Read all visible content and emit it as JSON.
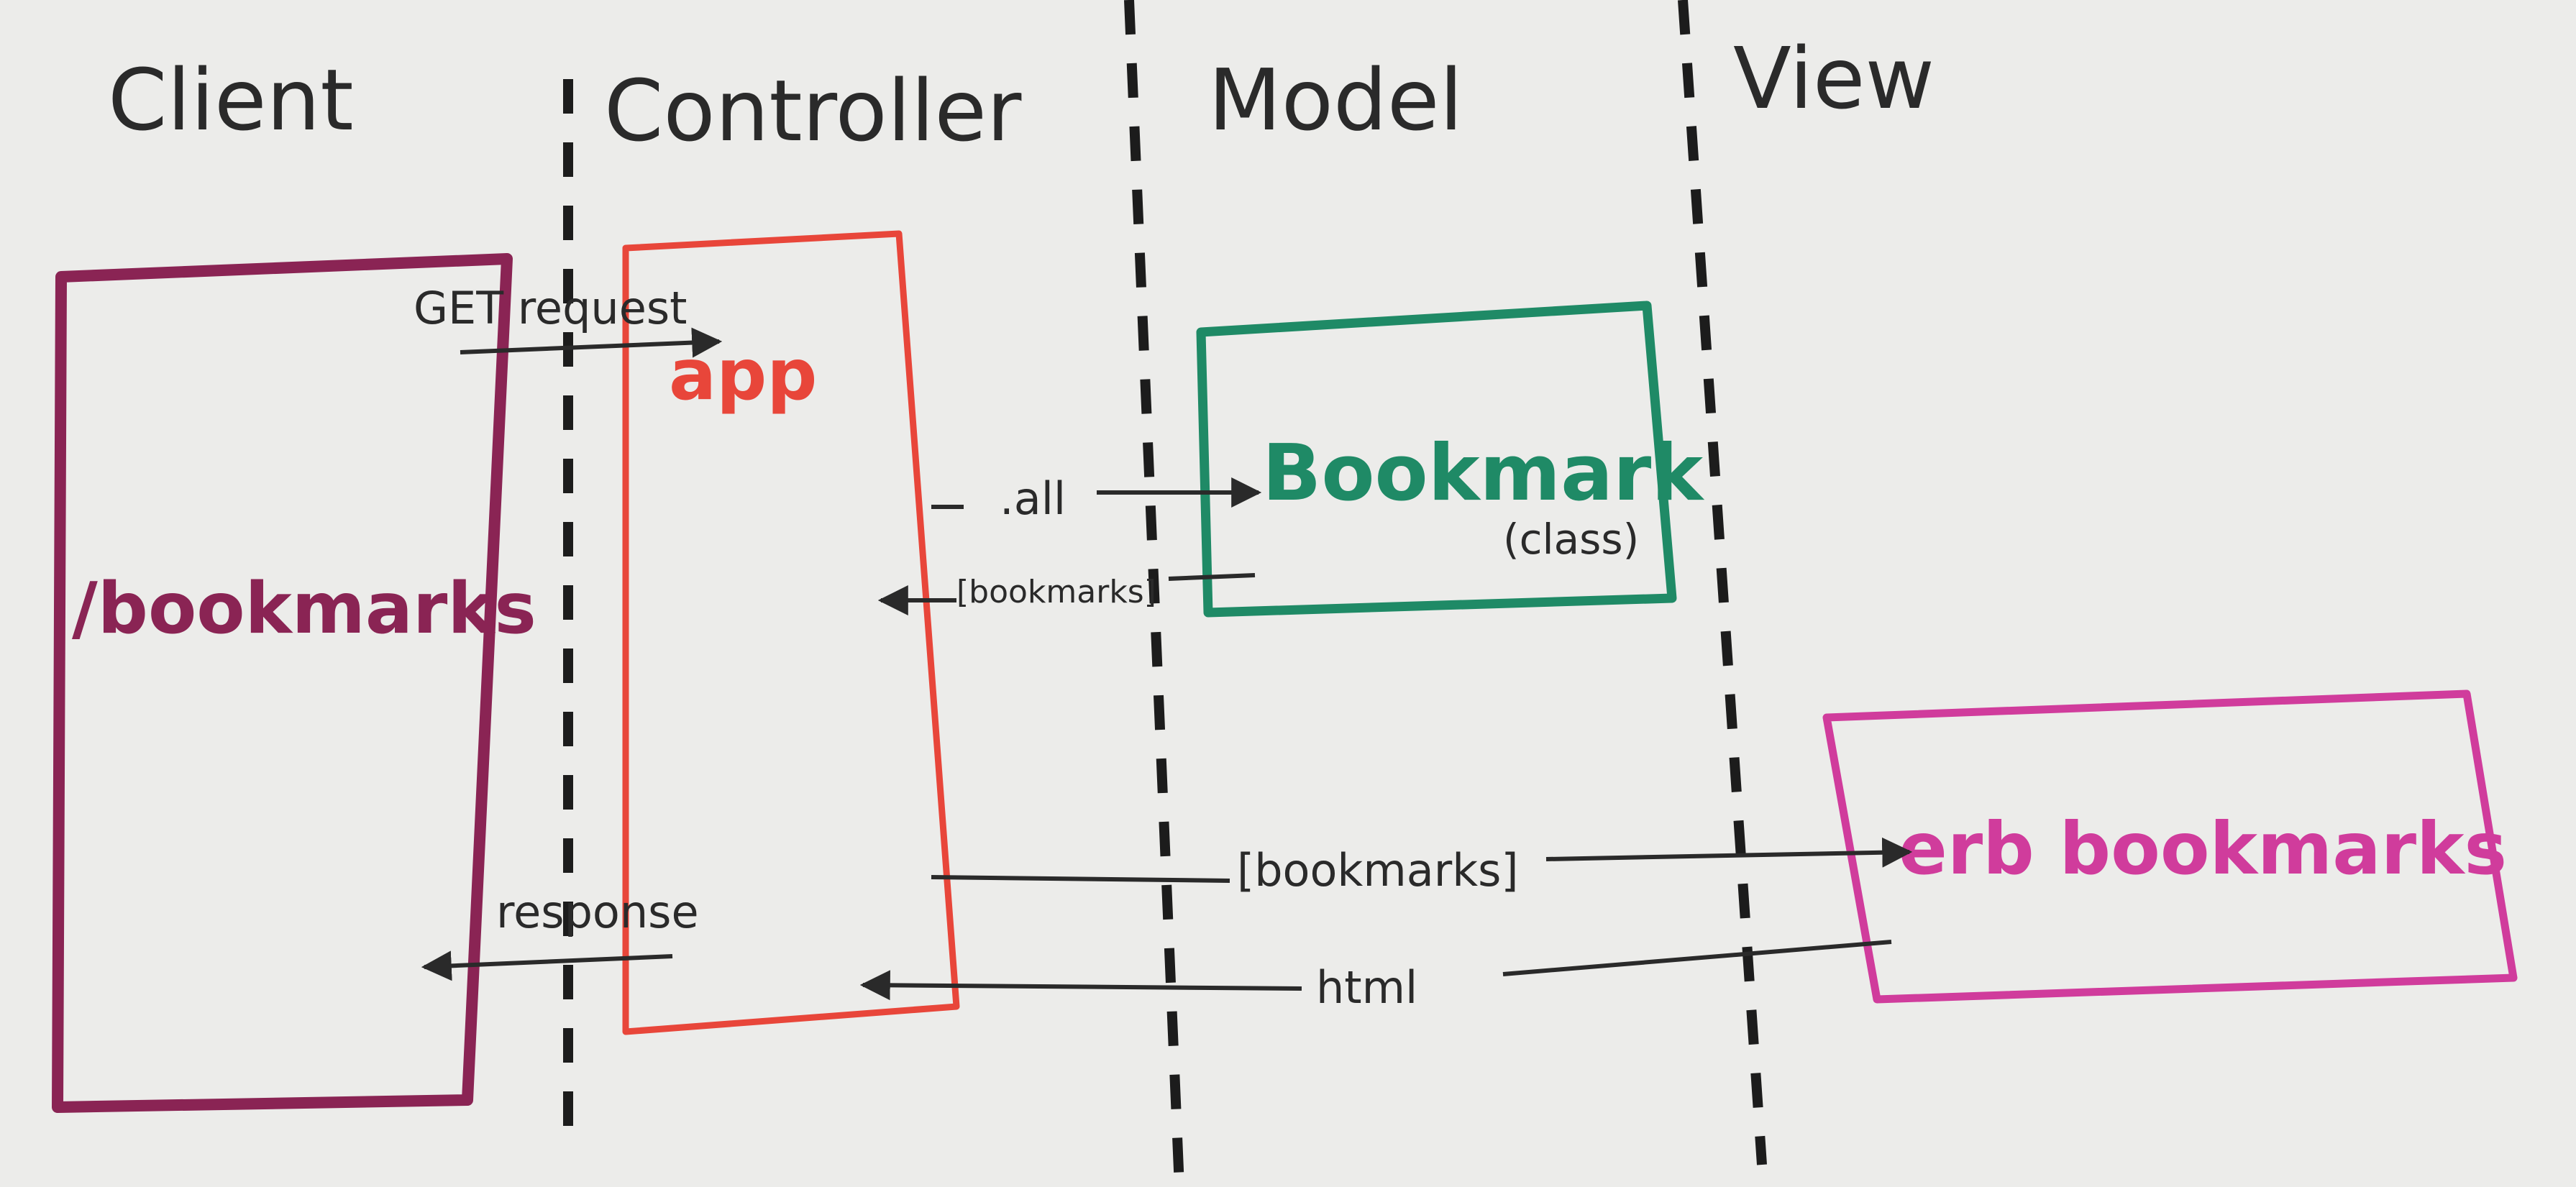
{
  "lanes": {
    "client": "Client",
    "controller": "Controller",
    "model": "Model",
    "view": "View"
  },
  "boxes": {
    "client": {
      "label": "/bookmarks",
      "color": "#8a2454"
    },
    "controller": {
      "label": "app",
      "color": "#e8463a"
    },
    "model": {
      "label": "Bookmark",
      "sublabel": "(class)",
      "color": "#1f8a66"
    },
    "view": {
      "label": "erb bookmarks",
      "color": "#d03c9c"
    }
  },
  "messages": {
    "get_request": "GET request",
    "all": ".all",
    "bookmarks_return": "[bookmarks]",
    "bookmarks_to_view": "[bookmarks]",
    "html": "html",
    "response": "response"
  },
  "colors": {
    "ink": "#2a2a2a",
    "paper": "#ececea"
  }
}
